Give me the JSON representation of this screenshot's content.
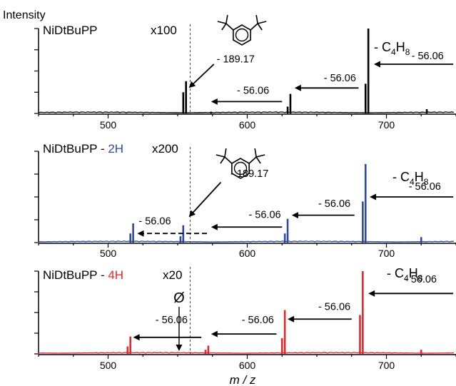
{
  "figure": {
    "y_axis_label": "Intensity",
    "x_axis_label": "m / z"
  },
  "chart_data": [
    {
      "type": "line",
      "title": "NiDtBuPP",
      "title_parts": [
        {
          "text": "NiDtBuPP",
          "color": "#000000"
        }
      ],
      "magnification": "x100",
      "color": "#000000",
      "xlim": [
        450,
        750
      ],
      "xticks": [
        500,
        600,
        700
      ],
      "xlabel": "m / z",
      "ylabel": "Intensity",
      "fragment_label": {
        "text": "- C",
        "sub": "4",
        "tail": "H",
        "sub2": "8"
      },
      "peaks": [
        {
          "x": 554,
          "y": 0.25
        },
        {
          "x": 556,
          "y": 0.38
        },
        {
          "x": 574,
          "y": 0.02
        },
        {
          "x": 629,
          "y": 0.08
        },
        {
          "x": 631,
          "y": 0.23
        },
        {
          "x": 685,
          "y": 0.35
        },
        {
          "x": 687,
          "y": 1.0
        },
        {
          "x": 729,
          "y": 0.05
        }
      ],
      "dashed_marker_x": 559,
      "annotations": [
        {
          "text": "- 189.17",
          "x": 578,
          "y": 0.6,
          "arrow": {
            "from": [
              576,
              0.58
            ],
            "to": [
              558,
              0.3
            ]
          }
        },
        {
          "text": "- 56.06",
          "x": 330,
          "y": 0.23,
          "arrow": {
            "from": [
              625,
              0.14
            ],
            "to": [
              574,
              0.14
            ]
          }
        },
        {
          "text": "- 56.06",
          "x": 655,
          "y": 0.38,
          "arrow": {
            "from": [
              680,
              0.3
            ],
            "to": [
              634,
              0.3
            ]
          }
        },
        {
          "text": "- 56.06",
          "x": 718,
          "y": 0.64,
          "arrow": {
            "from": [
              748,
              0.58
            ],
            "to": [
              691,
              0.58
            ]
          }
        }
      ]
    },
    {
      "type": "line",
      "title": "NiDtBuPP - 2H",
      "title_parts": [
        {
          "text": "NiDtBuPP - ",
          "color": "#000000"
        },
        {
          "text": "2H",
          "color": "#2d49a3"
        }
      ],
      "magnification": "x200",
      "color": "#2d49a3",
      "xlim": [
        450,
        750
      ],
      "xticks": [
        500,
        600,
        700
      ],
      "xlabel": "m / z",
      "ylabel": "Intensity",
      "fragment_label": {
        "text": "- C",
        "sub": "4",
        "tail": "H",
        "sub2": "8"
      },
      "peaks": [
        {
          "x": 516,
          "y": 0.1
        },
        {
          "x": 518,
          "y": 0.21
        },
        {
          "x": 552,
          "y": 0.07
        },
        {
          "x": 554,
          "y": 0.19
        },
        {
          "x": 627,
          "y": 0.1
        },
        {
          "x": 629,
          "y": 0.26
        },
        {
          "x": 683,
          "y": 0.45
        },
        {
          "x": 685,
          "y": 0.86
        },
        {
          "x": 725,
          "y": 0.06
        }
      ],
      "dashed_marker_x": 559,
      "annotations": [
        {
          "text": "- 189.17",
          "x": 588,
          "y": 0.72,
          "arrow": {
            "from": [
              581,
              0.66
            ],
            "to": [
              558,
              0.28
            ]
          }
        },
        {
          "text": "- 56.06",
          "x": 522,
          "y": 0.2,
          "arrow": null
        },
        {
          "text": "- 56.06",
          "x": 601,
          "y": 0.27,
          "arrow": {
            "from": [
              625,
              0.17
            ],
            "to": [
              574,
              0.17
            ]
          }
        },
        {
          "text": "- 56.06",
          "x": 651,
          "y": 0.39,
          "arrow": {
            "from": [
              677,
              0.3
            ],
            "to": [
              632,
              0.3
            ]
          }
        },
        {
          "text": "- 56.06",
          "x": 716,
          "y": 0.58,
          "arrow": {
            "from": [
              748,
              0.5
            ],
            "to": [
              688,
              0.5
            ]
          }
        }
      ],
      "dashed_arrow": {
        "from": [
          571,
          0.1
        ],
        "to": [
          521,
          0.1
        ]
      }
    },
    {
      "type": "line",
      "title": "NiDtBuPP - 4H",
      "title_parts": [
        {
          "text": "NiDtBuPP - ",
          "color": "#000000"
        },
        {
          "text": "4H",
          "color": "#e8262a"
        }
      ],
      "magnification": "x20",
      "color": "#e8262a",
      "xlim": [
        450,
        750
      ],
      "xticks": [
        500,
        600,
        700
      ],
      "xlabel": "m / z",
      "ylabel": "Intensity",
      "fragment_label": {
        "text": "- C",
        "sub": "4",
        "tail": "H",
        "sub2": "8"
      },
      "peaks": [
        {
          "x": 514,
          "y": 0.09
        },
        {
          "x": 516,
          "y": 0.21
        },
        {
          "x": 570,
          "y": 0.05
        },
        {
          "x": 572,
          "y": 0.1
        },
        {
          "x": 625,
          "y": 0.19
        },
        {
          "x": 627,
          "y": 0.53
        },
        {
          "x": 681,
          "y": 0.47
        },
        {
          "x": 683,
          "y": 1.0
        },
        {
          "x": 725,
          "y": 0.05
        }
      ],
      "dashed_marker_x": 559,
      "empty_set_marker": {
        "text": "Ø",
        "x": 551
      },
      "annotations": [
        {
          "text": "- 56.06",
          "x": 534,
          "y": 0.37,
          "arrow": {
            "from": [
              567,
              0.2
            ],
            "to": [
              518,
              0.2
            ]
          }
        },
        {
          "text": "- 56.06",
          "x": 596,
          "y": 0.37,
          "arrow": {
            "from": [
              621,
              0.24
            ],
            "to": [
              574,
              0.24
            ]
          }
        },
        {
          "text": "- 56.06",
          "x": 651,
          "y": 0.53,
          "arrow": {
            "from": [
              675,
              0.42
            ],
            "to": [
              629,
              0.42
            ]
          }
        },
        {
          "text": "- 56.06",
          "x": 713,
          "y": 0.86,
          "arrow": {
            "from": [
              748,
              0.73
            ],
            "to": [
              687,
              0.73
            ]
          }
        }
      ]
    }
  ]
}
